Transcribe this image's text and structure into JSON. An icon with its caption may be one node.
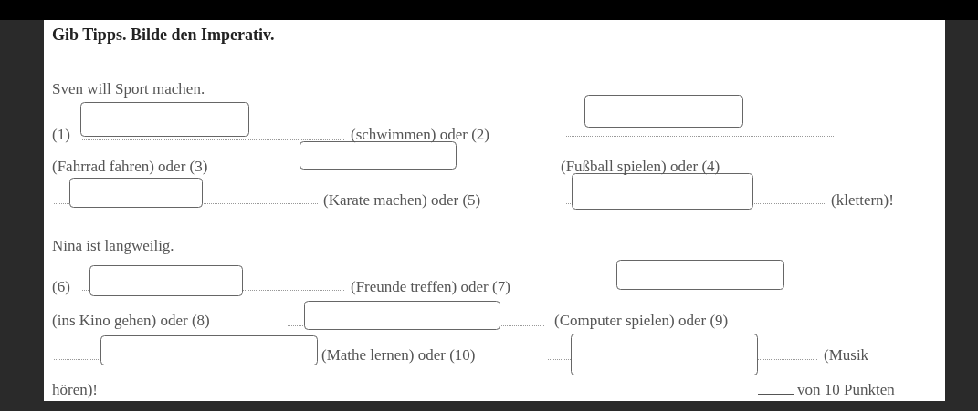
{
  "diagram": {
    "title": "Gib Tipps. Bilde den Imperativ.",
    "nodes": [
      {
        "text": [],
        "shape": "box"
      },
      {
        "text": [],
        "shape": "box"
      },
      {
        "text": [],
        "shape": "box"
      },
      {
        "text": [],
        "shape": "box"
      },
      {
        "text": [],
        "shape": "box"
      },
      {
        "text": [],
        "shape": "box"
      },
      {
        "text": [],
        "shape": "box"
      },
      {
        "text": [],
        "shape": "box"
      },
      {
        "text": [],
        "shape": "box"
      },
      {
        "text": [],
        "shape": "box"
      }
    ],
    "labels": [
      "Sven will Sport machen.",
      "(1)",
      "(schwimmen) oder (2)",
      "(Fahrrad fahren) oder (3)",
      "(Fußball spielen) oder (4)",
      "(Karate machen) oder (5)",
      "(klettern)!",
      "Nina ist langweilig.",
      "(6)",
      "(Freunde treffen) oder (7)",
      "(ins Kino gehen) oder (8)",
      "(Computer spielen) oder (9)",
      "(Mathe lernen) oder (10)",
      "(Musik",
      "hören)!",
      "von 10 Punkten"
    ]
  }
}
